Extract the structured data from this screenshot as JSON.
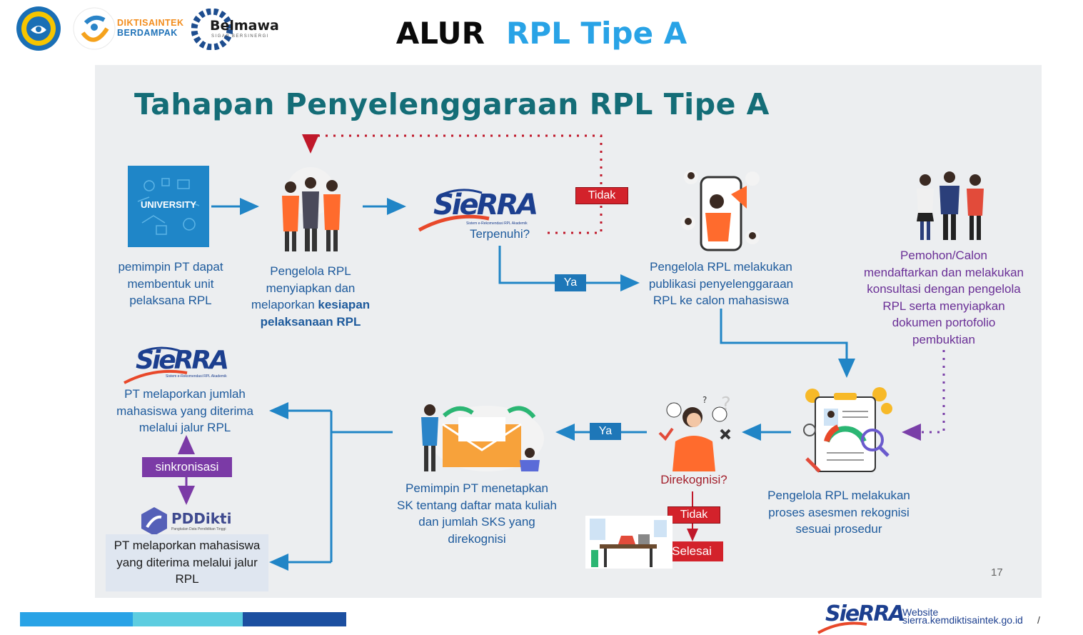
{
  "header": {
    "logo_kemdikbud": "kemdikbud-seal-logo",
    "logo_diktisaintek_line1": "DIKTISAINTEK",
    "logo_diktisaintek_line2": "BERDAMPAK",
    "logo_belmawa": "Belmawa",
    "logo_belmawa_tag": "SIGAP BERSINERGI",
    "title_part1": "ALUR",
    "title_part2": "RPL Tipe A"
  },
  "slide": {
    "heading": "Tahapan Penyelenggaraan RPL Tipe A",
    "page_number": "17",
    "university_tile": "UNIVERSITY",
    "sierra_logo": "SieRRA",
    "sierra_tagline": "Sistem e-Rekomendasi RPL Akademik",
    "pddikti_logo": "PDDikti",
    "pddikti_tagline": "Pangkalan Data Pendidikan Tinggi",
    "steps": {
      "step1": "pemimpin PT dapat membentuk unit pelaksana RPL",
      "step2_plain": "Pengelola RPL menyiapkan dan melaporkan",
      "step2_bold": "kesiapan pelaksanaan RPL",
      "step3_question": "Terpenuhi?",
      "step4": "Pengelola RPL melakukan publikasi penyelenggaraan RPL ke calon mahasiswa",
      "step5": "Pemohon/Calon mendaftarkan dan melakukan konsultasi dengan pengelola RPL serta menyiapkan dokumen portofolio pembuktian",
      "step6": "Pengelola RPL melakukan proses asesmen rekognisi sesuai prosedur",
      "step7_question": "Direkognisi?",
      "step8": "Pemimpin PT menetapkan SK tentang daftar mata kuliah dan jumlah SKS yang direkognisi",
      "step9": "PT melaporkan jumlah mahasiswa yang diterima melalui jalur RPL",
      "step10": "PT melaporkan mahasiswa yang diterima melalui jalur RPL"
    },
    "labels": {
      "tidak_top": "Tidak",
      "ya_top": "Ya",
      "ya_bottom": "Ya",
      "tidak_bottom": "Tidak",
      "selesai": "Selesai",
      "sinkronisasi": "sinkronisasi"
    }
  },
  "footer": {
    "sierra_logo": "SieRRA",
    "website_label": "Website",
    "website_url": "sierra.kemdiktisaintek.go.id",
    "slash": "/"
  },
  "colors": {
    "flow_blue": "#2185c6",
    "dotted_red": "#c0182a",
    "dotted_purple": "#7a3fa8",
    "label_red": "#d3222b",
    "label_blue": "#1e77b8",
    "label_purple": "#7b3aa6",
    "heading_teal": "#146d77",
    "title_blue": "#29a3e6"
  }
}
